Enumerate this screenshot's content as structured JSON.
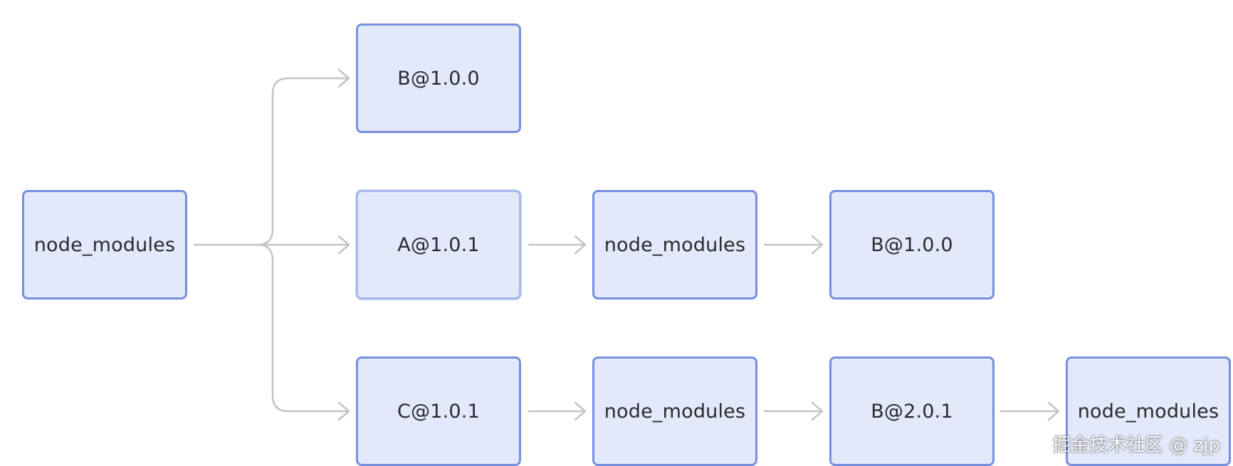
{
  "diagram": {
    "nodes": [
      {
        "id": "root",
        "label": "node_modules"
      },
      {
        "id": "b100-top",
        "label": "B@1.0.0"
      },
      {
        "id": "a101",
        "label": "A@1.0.1"
      },
      {
        "id": "a-node-modules",
        "label": "node_modules"
      },
      {
        "id": "b100-nested",
        "label": "B@1.0.0"
      },
      {
        "id": "c101",
        "label": "C@1.0.1"
      },
      {
        "id": "c-node-modules",
        "label": "node_modules"
      },
      {
        "id": "b201",
        "label": "B@2.0.1"
      },
      {
        "id": "b-node-modules",
        "label": "node_modules"
      }
    ],
    "edges": [
      {
        "from": "root",
        "to": "b100-top"
      },
      {
        "from": "root",
        "to": "a101"
      },
      {
        "from": "root",
        "to": "c101"
      },
      {
        "from": "a101",
        "to": "a-node-modules"
      },
      {
        "from": "a-node-modules",
        "to": "b100-nested"
      },
      {
        "from": "c101",
        "to": "c-node-modules"
      },
      {
        "from": "c-node-modules",
        "to": "b201"
      },
      {
        "from": "b201",
        "to": "b-node-modules"
      }
    ]
  },
  "watermark": "掘金技术社区 @ zjp",
  "colors": {
    "node_fill": "#e3e8fa",
    "node_border": "#7790de",
    "connector": "#c4c4c4",
    "text": "#2a2a2e"
  }
}
